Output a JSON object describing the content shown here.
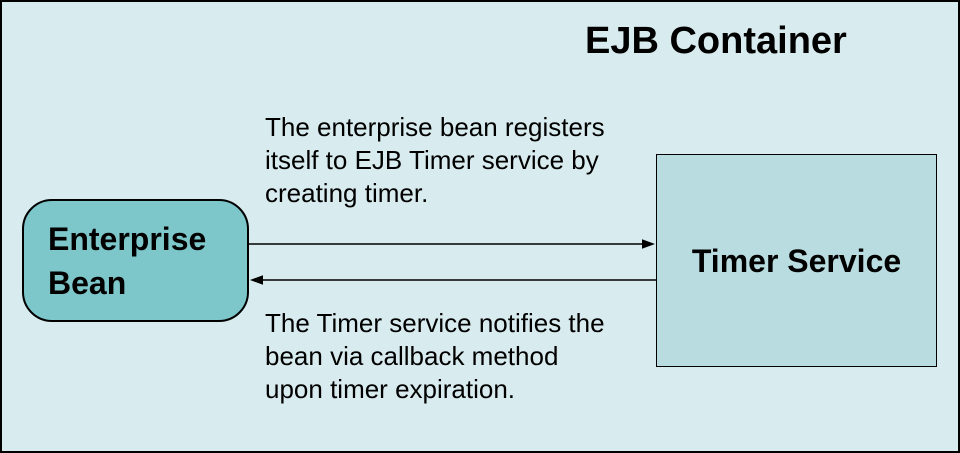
{
  "canvas": {
    "background": "#d8ebee",
    "border_color": "#000000"
  },
  "title": "EJB Container",
  "nodes": {
    "enterprise_bean": {
      "label": "Enterprise Bean",
      "lines": [
        "Enterprise",
        "Bean"
      ],
      "fill": "#7dc6c9",
      "border_color": "#000000"
    },
    "timer_service": {
      "label": "Timer Service",
      "fill": "#b8dce0",
      "border_color": "#000000"
    }
  },
  "annotations": {
    "register": {
      "text": "The enterprise bean registers itself to EJB Timer service by creating timer.",
      "lines": [
        "The enterprise bean registers",
        "itself to EJB Timer service by",
        "creating timer."
      ]
    },
    "notify": {
      "text": "The Timer service notifies the bean via callback method upon timer expiration.",
      "lines": [
        "The Timer service notifies the",
        "bean via callback method",
        "upon timer expiration."
      ]
    }
  },
  "arrows": {
    "color": "#000000",
    "register": {
      "from": "enterprise_bean",
      "to": "timer_service",
      "direction": "right"
    },
    "notify": {
      "from": "timer_service",
      "to": "enterprise_bean",
      "direction": "left"
    }
  }
}
